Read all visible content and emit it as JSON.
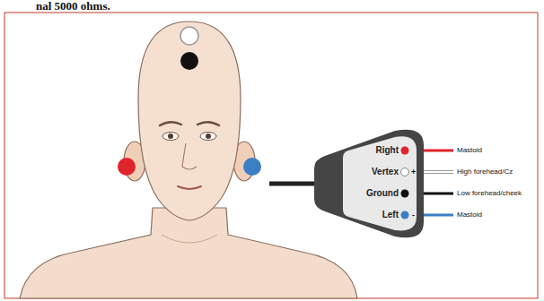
{
  "diagram": {
    "nodes": [
      {
        "text": [
          "Right",
          "Vertex",
          "Ground",
          "Left"
        ]
      }
    ],
    "labels": [
      "nal 5000 ohms.",
      "+",
      "-",
      "Mastoid",
      "High forehead/Cz",
      "Low forehead/cheek",
      "Mastoid"
    ]
  }
}
